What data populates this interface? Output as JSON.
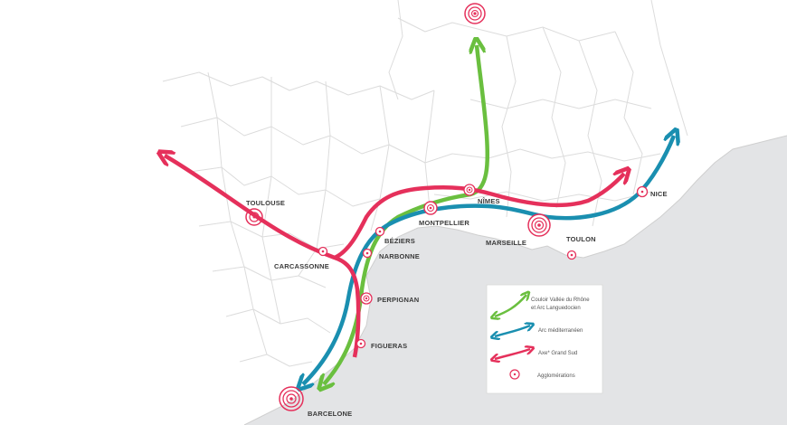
{
  "colors": {
    "sea": "#e3e4e6",
    "land": "#ffffff",
    "borders": "#dcdcdc",
    "green": "#6abf3f",
    "blue": "#1a8fb0",
    "red": "#e5305b"
  },
  "cities": {
    "toulouse": "TOULOUSE",
    "carcassonne": "CARCASSONNE",
    "beziers": "BÉZIERS",
    "narbonne": "NARBONNE",
    "perpignan": "PERPIGNAN",
    "figueras": "FIGUERAS",
    "barcelone": "BARCELONE",
    "montpellier": "MONTPELLIER",
    "nimes": "NÎMES",
    "marseille": "MARSEILLE",
    "toulon": "TOULON",
    "nice": "NICE"
  },
  "legend": {
    "green_line1": "Couloir Vallée du Rhône",
    "green_line2": "et Arc Languedocien",
    "blue": "Arc méditerranéen",
    "red": "Axe* Grand Sud",
    "agglo": "Agglomérations"
  }
}
